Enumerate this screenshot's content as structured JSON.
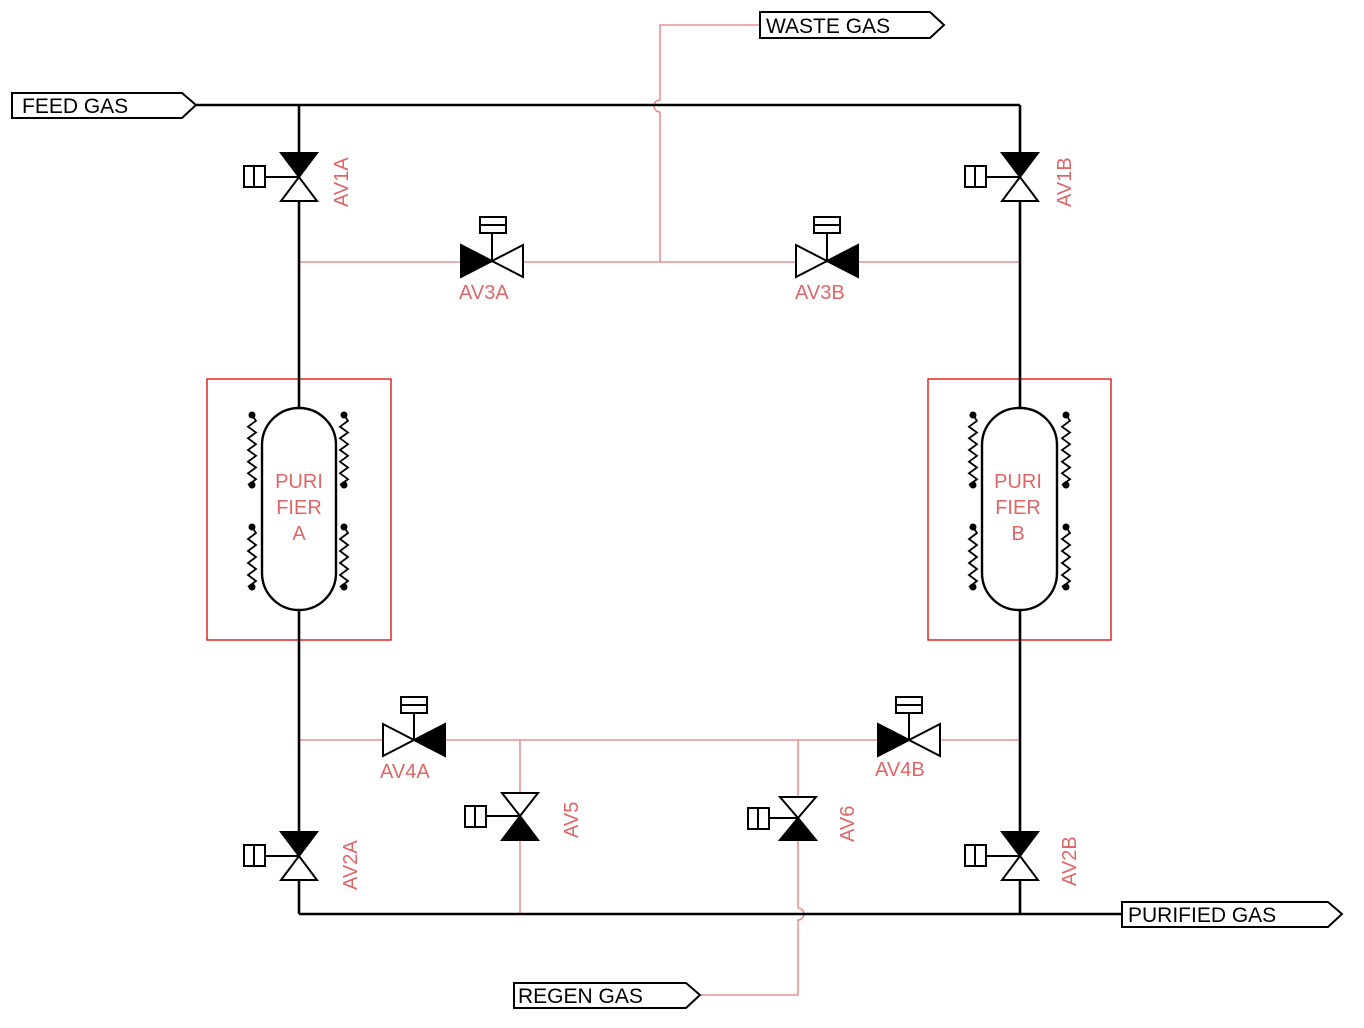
{
  "colors": {
    "main_line": "#000000",
    "regen_line": "#e87a7a",
    "label": "#e06666",
    "box": "#e00000"
  },
  "tags": {
    "feed_gas": "FEED GAS",
    "waste_gas": "WASTE GAS",
    "purified_gas": "PURIFIED GAS",
    "regen_gas": "REGEN GAS"
  },
  "valves": {
    "av1a": "AV1A",
    "av1b": "AV1B",
    "av2a": "AV2A",
    "av2b": "AV2B",
    "av3a": "AV3A",
    "av3b": "AV3B",
    "av4a": "AV4A",
    "av4b": "AV4B",
    "av5": "AV5",
    "av6": "AV6"
  },
  "purifiers": {
    "a": {
      "line1": "PURI",
      "line2": "FIER",
      "line3": "A"
    },
    "b": {
      "line1": "PURI",
      "line2": "FIER",
      "line3": "B"
    }
  }
}
